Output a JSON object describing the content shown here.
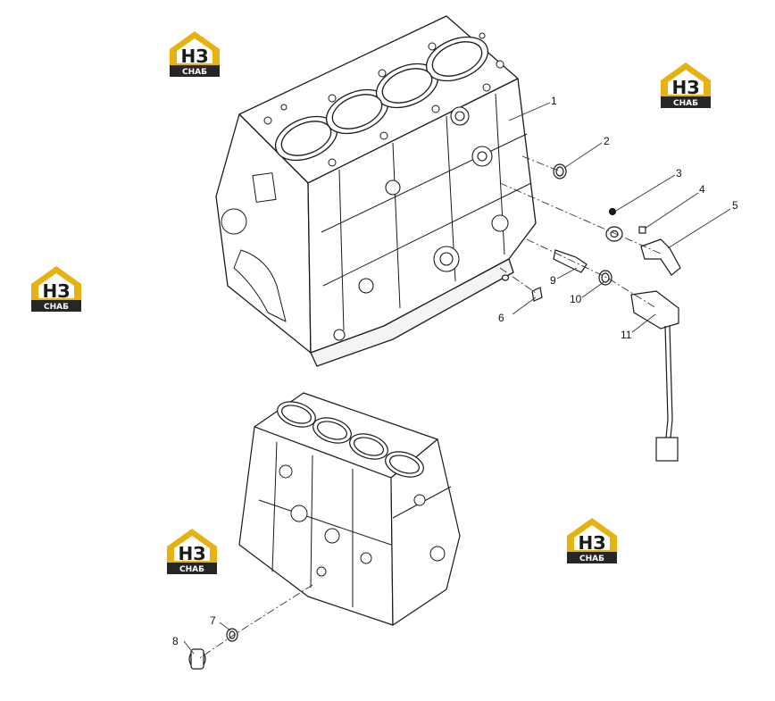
{
  "colors": {
    "line": "#1a1a1a",
    "leader": "#333333",
    "logo_gold": "#e7b10f",
    "logo_dark": "#262626",
    "logo_text": "#1a1a1a",
    "background": "#ffffff"
  },
  "watermark": {
    "top_text": "НЗ",
    "bottom_text": "СНАБ"
  },
  "callouts": [
    {
      "id": "1",
      "label": "1"
    },
    {
      "id": "2",
      "label": "2"
    },
    {
      "id": "3",
      "label": "3"
    },
    {
      "id": "4",
      "label": "4"
    },
    {
      "id": "5",
      "label": "5"
    },
    {
      "id": "6",
      "label": "6"
    },
    {
      "id": "7",
      "label": "7"
    },
    {
      "id": "8",
      "label": "8"
    },
    {
      "id": "9",
      "label": "9"
    },
    {
      "id": "10",
      "label": "10"
    },
    {
      "id": "11",
      "label": "11"
    }
  ]
}
